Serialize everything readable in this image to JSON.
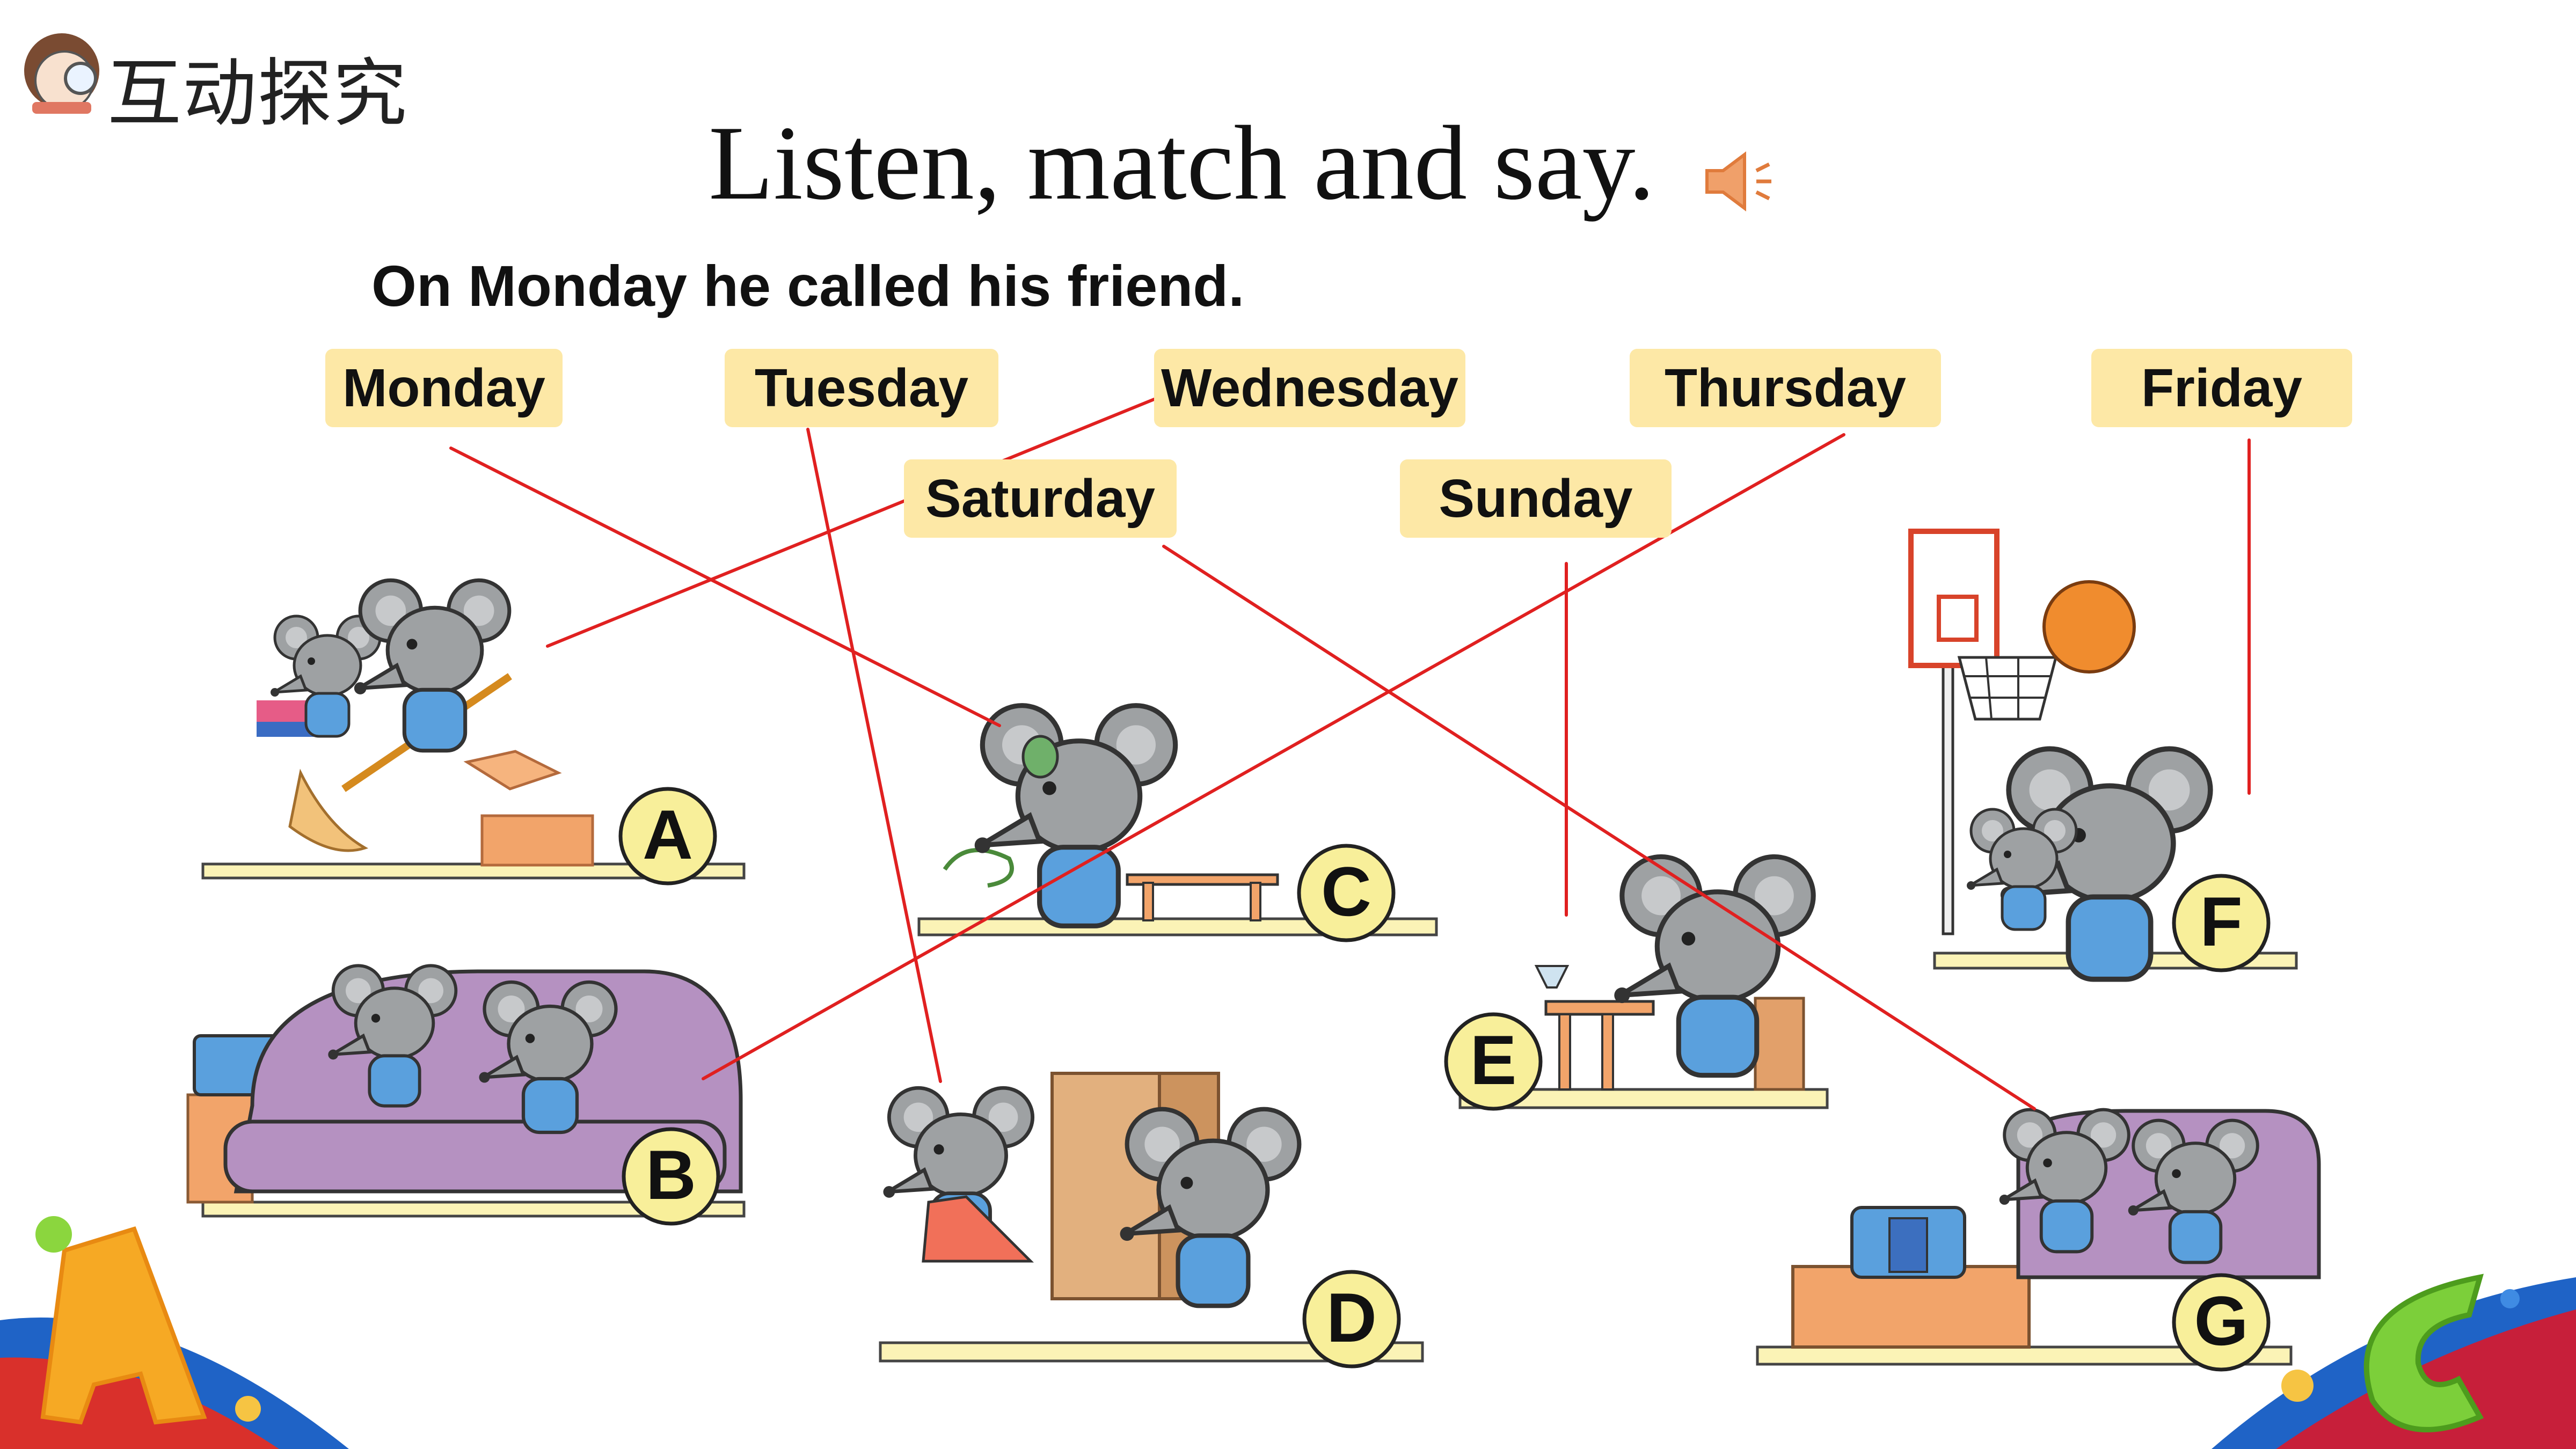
{
  "header": {
    "section_title": "互动探究",
    "title": "Listen, match and say.",
    "audio_icon": "speaker-icon"
  },
  "prompt": "On Monday he called his friend.",
  "days": [
    {
      "label": "Monday"
    },
    {
      "label": "Tuesday"
    },
    {
      "label": "Wednesday"
    },
    {
      "label": "Thursday"
    },
    {
      "label": "Friday"
    },
    {
      "label": "Saturday"
    },
    {
      "label": "Sunday"
    }
  ],
  "pictures": [
    {
      "letter": "A",
      "icon": "mice-sweeping-floor-picture"
    },
    {
      "letter": "B",
      "icon": "mice-resting-on-sofa-picture"
    },
    {
      "letter": "C",
      "icon": "mouse-phoning-friend-picture"
    },
    {
      "letter": "D",
      "icon": "mice-moving-wardrobe-picture"
    },
    {
      "letter": "E",
      "icon": "mouse-sitting-at-table-picture"
    },
    {
      "letter": "F",
      "icon": "mice-playing-basketball-picture"
    },
    {
      "letter": "G",
      "icon": "mice-watching-tv-picture"
    }
  ],
  "colors": {
    "day_label_bg": "#fde8a6",
    "match_line": "#e02020",
    "letter_badge": "#f8ef9a",
    "shelf": "#fbf3b6",
    "mouse_gray": "#9ea1a3",
    "sofa_purple": "#b591c1"
  }
}
